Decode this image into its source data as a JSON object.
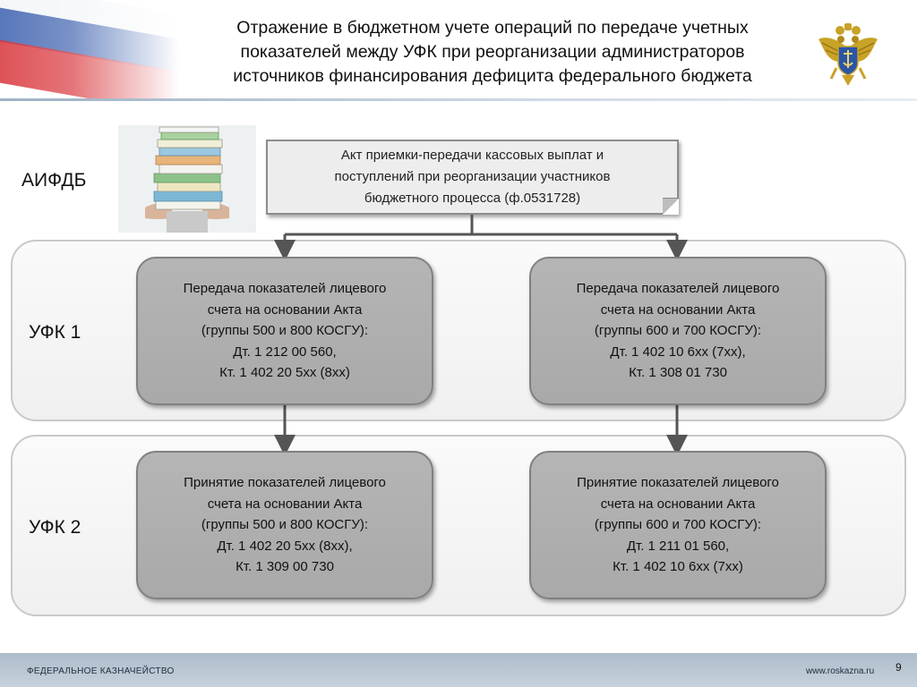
{
  "header": {
    "title_lines": [
      "Отражение в бюджетном учете операций по передаче учетных",
      "показателей между УФК при реорганизации администраторов",
      "источников финансирования дефицита федерального бюджета"
    ]
  },
  "rows": {
    "aifdb_label": "АИФДБ",
    "ufk1_label": "УФК 1",
    "ufk2_label": "УФК 2"
  },
  "akt": {
    "lines": [
      "Акт приемки-передачи кассовых выплат и",
      "поступлений при реорганизации участников",
      "бюджетного процесса (ф.0531728)"
    ]
  },
  "nodes": {
    "ufk1_left": [
      "Передача показателей лицевого",
      "счета на основании Акта",
      "(группы 500 и 800 КОСГУ):",
      "Дт. 1 212 00 560,",
      "Кт. 1 402 20 5хх (8хх)"
    ],
    "ufk1_right": [
      "Передача показателей лицевого",
      "счета на основании Акта",
      "(группы 600 и 700 КОСГУ):",
      "Дт. 1 402 10 6хх (7хх),",
      "Кт. 1 308 01 730"
    ],
    "ufk2_left": [
      "Принятие показателей лицевого",
      "счета на основании Акта",
      "(группы 500 и 800 КОСГУ):",
      "Дт. 1 402 20 5хх (8хх),",
      "Кт. 1 309 00 730"
    ],
    "ufk2_right": [
      "Принятие показателей лицевого",
      "счета на основании Акта",
      "(группы 600 и 700 КОСГУ):",
      "Дт. 1 211 01 560,",
      "Кт. 1 402 10 6хх (7хх)"
    ]
  },
  "footer": {
    "left": "ФЕДЕРАЛЬНОЕ КАЗНАЧЕЙСТВО",
    "right": "www.roskazna.ru",
    "page": "9"
  },
  "icons": {
    "emblem": "treasury-emblem-icon",
    "document_stack": "document-stack-icon",
    "flag": "russian-flag-icon"
  },
  "colors": {
    "node_fill": "#b0b0b0",
    "panel_fill": "#f2f2f2",
    "connector": "#555555",
    "footer": "#b9c6d3",
    "emblem_gold": "#c9a227"
  }
}
